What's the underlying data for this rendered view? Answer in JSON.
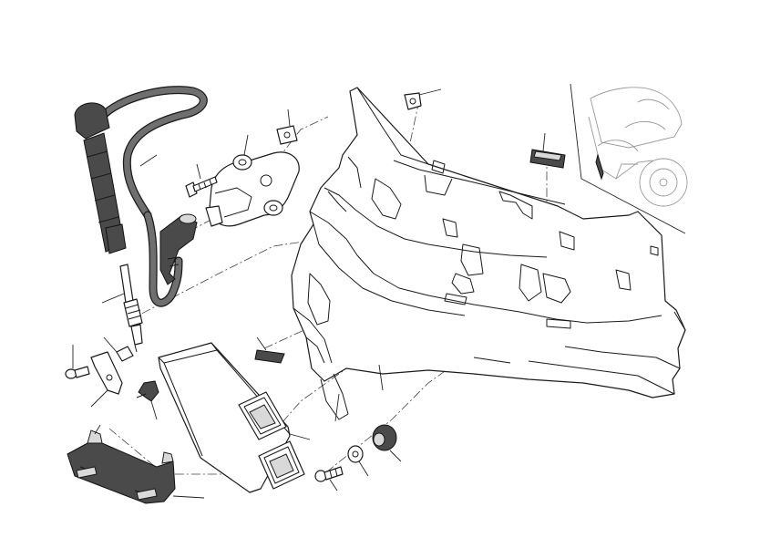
{
  "diagram": {
    "parts": [
      {
        "name": "ignition-coil-boot"
      },
      {
        "name": "high-tension-lead"
      },
      {
        "name": "spark-plug"
      },
      {
        "name": "ignition-coil"
      },
      {
        "name": "coil-retaining-screw"
      },
      {
        "name": "speed-nut-clip"
      },
      {
        "name": "fairing-inner-panel"
      },
      {
        "name": "rubber-pad"
      },
      {
        "name": "engine-control-unit"
      },
      {
        "name": "ecu-mounting-bracket"
      },
      {
        "name": "rubber-grommet"
      },
      {
        "name": "washer"
      },
      {
        "name": "screw"
      },
      {
        "name": "bracket-clip"
      },
      {
        "name": "plug-connector"
      }
    ],
    "reference_image": "motorcycle-outline-location-inset"
  }
}
